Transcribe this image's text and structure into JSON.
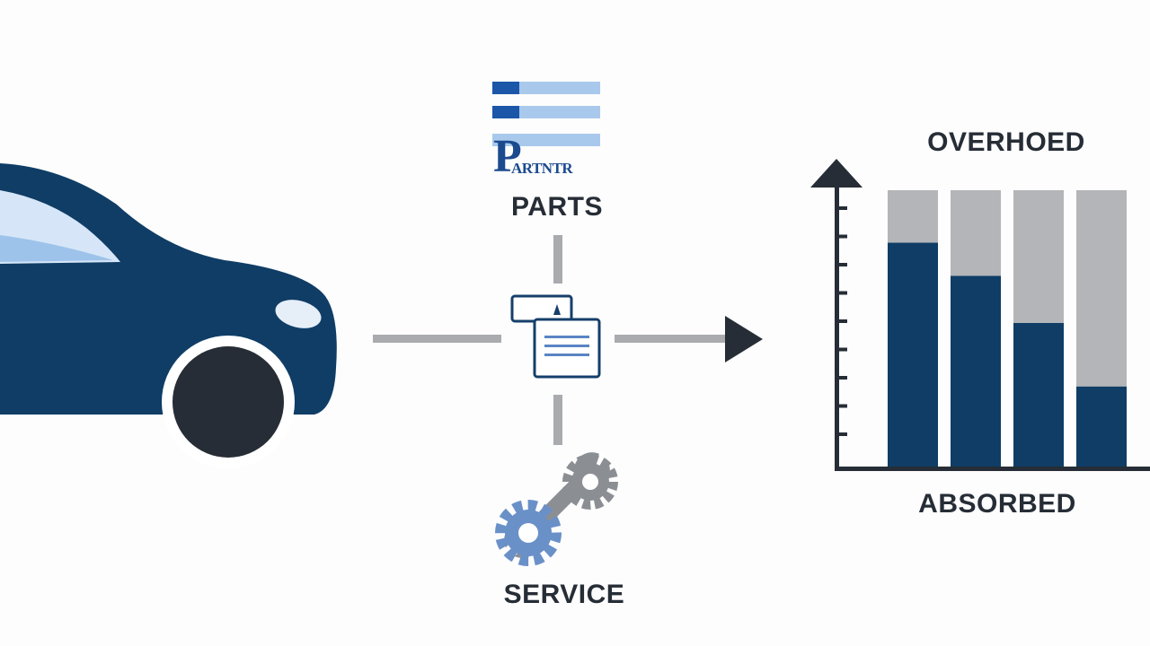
{
  "labels": {
    "parts": "PARTS",
    "service": "SERVICE",
    "overhead": "OVERHOED",
    "absorbed": "ABSORBED"
  },
  "logo": {
    "initial": "P",
    "rest": "ARTNTR"
  },
  "icons": {
    "car": "car-icon",
    "document": "document-icon",
    "tools": "wrench-gears-icon",
    "axis_arrow": "arrow-up-icon",
    "flow_arrow": "arrow-right-icon"
  },
  "colors": {
    "navy": "#0f3d66",
    "dark": "#262d36",
    "gray": "#b3b5b8",
    "connector": "#a9abae",
    "blue_light": "#a9c9ec",
    "blue_accent": "#1c56a8",
    "gear_blue": "#6a90c8"
  },
  "chart_data": {
    "type": "bar",
    "stacked": true,
    "categories": [
      "",
      "",
      "",
      ""
    ],
    "ylim": [
      0,
      100
    ],
    "series": [
      {
        "name": "ABSORBED",
        "color": "#0f3d66",
        "values": [
          81,
          69,
          52,
          29
        ]
      },
      {
        "name": "OVERHOED",
        "color": "#b3b5b8",
        "values": [
          19,
          31,
          48,
          71
        ]
      }
    ],
    "xlabel": "",
    "ylabel": "",
    "grid": false
  }
}
